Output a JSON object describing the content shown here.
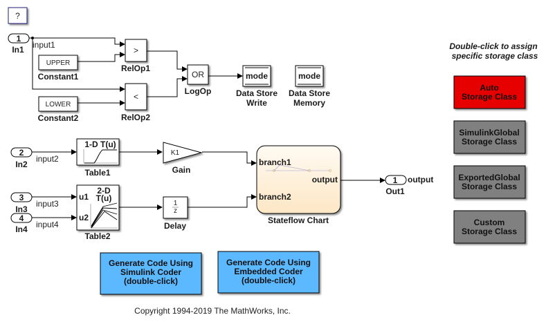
{
  "help_button": {
    "label": "?"
  },
  "inports": [
    {
      "number": "1",
      "name": "In1",
      "signal": "input1"
    },
    {
      "number": "2",
      "name": "In2",
      "signal": "input2"
    },
    {
      "number": "3",
      "name": "In3",
      "signal": "input3"
    },
    {
      "number": "4",
      "name": "In4",
      "signal": "input4"
    }
  ],
  "constants": [
    {
      "value": "UPPER",
      "name": "Constant1"
    },
    {
      "value": "LOWER",
      "name": "Constant2"
    }
  ],
  "relops": [
    {
      "op": ">",
      "name": "RelOp1"
    },
    {
      "op": "<",
      "name": "RelOp2"
    }
  ],
  "logop": {
    "op": "OR",
    "name": "LogOp"
  },
  "datastore_write": {
    "var": "mode",
    "name_line1": "Data Store",
    "name_line2": "Write"
  },
  "datastore_memory": {
    "var": "mode",
    "name_line1": "Data Store",
    "name_line2": "Memory"
  },
  "table1": {
    "title": "1-D T(u)",
    "name": "Table1"
  },
  "table2": {
    "title_line1": "2-D",
    "title_line2": "T(u)",
    "in1": "u1",
    "in2": "u2",
    "name": "Table2"
  },
  "gain": {
    "value": "K1",
    "name": "Gain"
  },
  "delay": {
    "num": "1",
    "den": "z",
    "name": "Delay"
  },
  "stateflow": {
    "name": "Stateflow Chart",
    "in1": "branch1",
    "in2": "branch2",
    "out": "output"
  },
  "outport": {
    "number": "1",
    "name": "Out1",
    "signal": "output"
  },
  "storage": {
    "hint_line1": "Double-click to assign",
    "hint_line2": "specific storage class",
    "classes": [
      {
        "line1": "Auto",
        "line2": "Storage Class",
        "color": "#e60000"
      },
      {
        "line1": "SimulinkGlobal",
        "line2": "Storage Class",
        "color": "#808080"
      },
      {
        "line1": "ExportedGlobal",
        "line2": "Storage Class",
        "color": "#808080"
      },
      {
        "line1": "Custom",
        "line2": "Storage Class",
        "color": "#808080"
      }
    ]
  },
  "codegen": [
    {
      "line1": "Generate Code Using",
      "line2": "Simulink Coder",
      "line3": "(double-click)",
      "color": "#5cb8ff"
    },
    {
      "line1": "Generate Code Using",
      "line2": "Embedded Coder",
      "line3": "(double-click)",
      "color": "#5cb8ff"
    }
  ],
  "copyright": "Copyright 1994-2019 The MathWorks, Inc."
}
